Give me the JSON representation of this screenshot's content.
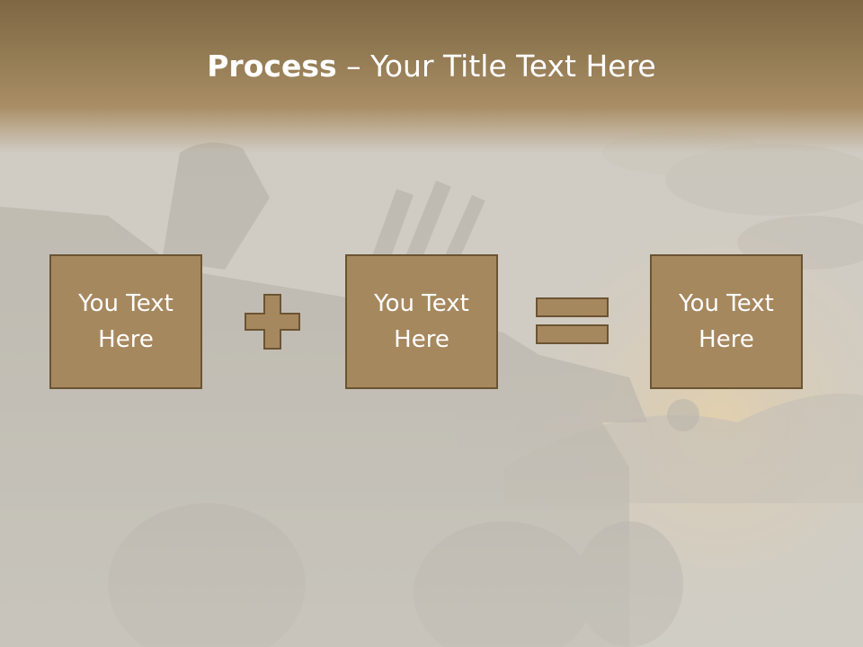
{
  "slide": {
    "title_bold": "Process",
    "title_rest": " – Your Title Text Here",
    "boxes": [
      {
        "label": "You Text Here"
      },
      {
        "label": "You Text Here"
      },
      {
        "label": "You Text Here"
      }
    ],
    "operators": [
      "plus",
      "equals"
    ]
  },
  "colors": {
    "header": "#8d7450",
    "box_fill": "#a6885f",
    "box_border": "#6b5433",
    "text": "#ffffff",
    "background": "#cfcbc3"
  }
}
